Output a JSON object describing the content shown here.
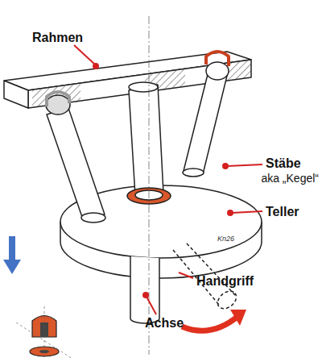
{
  "diagram": {
    "labels": [
      "Rahmen",
      "Stäbe",
      "aka „Kegel“",
      "Teller",
      "Handgriff",
      "Achse",
      "Kn26"
    ]
  }
}
